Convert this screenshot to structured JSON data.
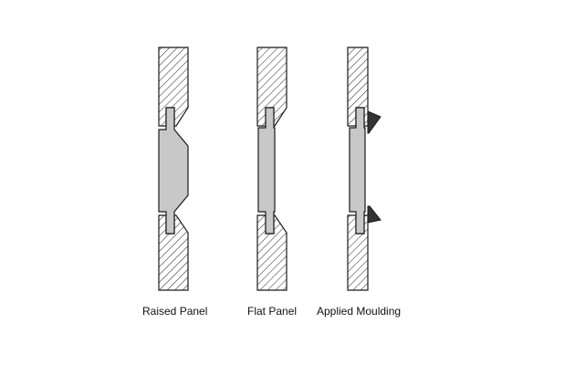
{
  "captions": {
    "raised": "Raised Panel",
    "flat": "Flat Panel",
    "applied": "Applied Moulding"
  },
  "colors": {
    "panel_fill": "#c8c8c8",
    "outline": "#1a1a1a",
    "moulding": "#333333",
    "background": "#ffffff"
  }
}
